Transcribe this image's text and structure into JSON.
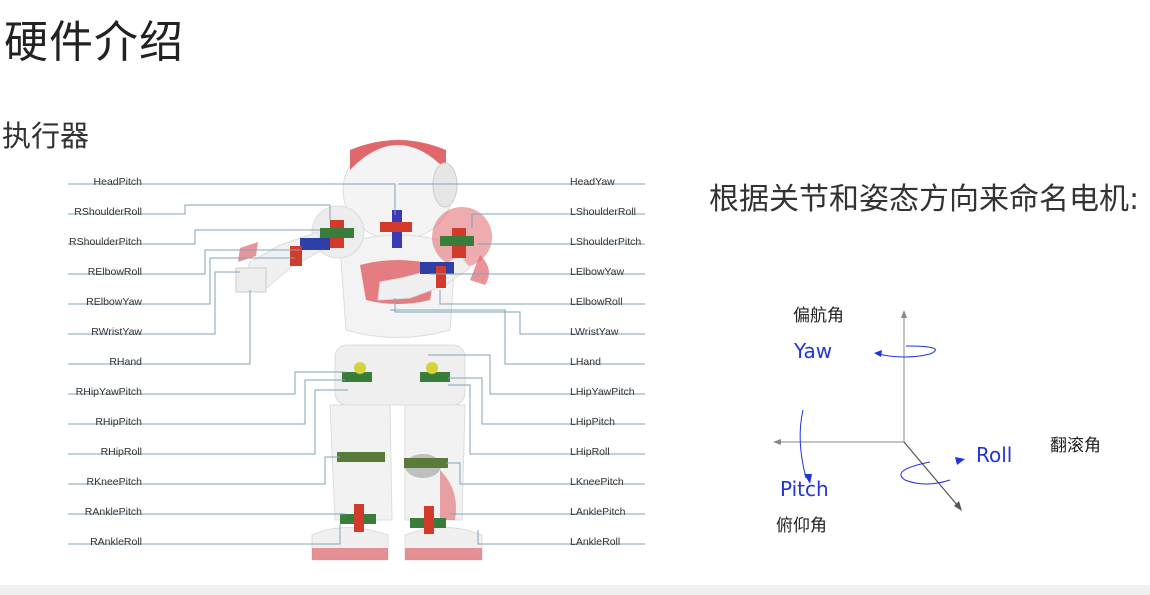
{
  "slide": {
    "title": "硬件介绍",
    "subtitle": "执行器",
    "description": "根据关节和姿态方向来命名电机:"
  },
  "figure": {
    "left_joints": [
      "HeadPitch",
      "RShoulderRoll",
      "RShoulderPitch",
      "RElbowRoll",
      "RElbowYaw",
      "RWristYaw",
      "RHand",
      "RHipYawPitch",
      "RHipPitch",
      "RHipRoll",
      "RKneePitch",
      "RAnklePitch",
      "RAnkleRoll"
    ],
    "right_joints": [
      "HeadYaw",
      "LShoulderRoll",
      "LShoulderPitch",
      "LElbowYaw",
      "LElbowRoll",
      "LWristYaw",
      "LHand",
      "LHipYawPitch",
      "LHipPitch",
      "LHipRoll",
      "LKneePitch",
      "LAnklePitch",
      "LAnkleRoll"
    ]
  },
  "axes": {
    "yaw": {
      "name": "Yaw",
      "cn": "偏航角"
    },
    "roll": {
      "name": "Roll",
      "cn": "翻滚角"
    },
    "pitch": {
      "name": "Pitch",
      "cn": "俯仰角"
    },
    "label_color": "#2233dd"
  },
  "colors": {
    "robot_red": "#e0676c",
    "robot_white": "#f2f2f2",
    "leader_line": "#7fa5b8"
  }
}
